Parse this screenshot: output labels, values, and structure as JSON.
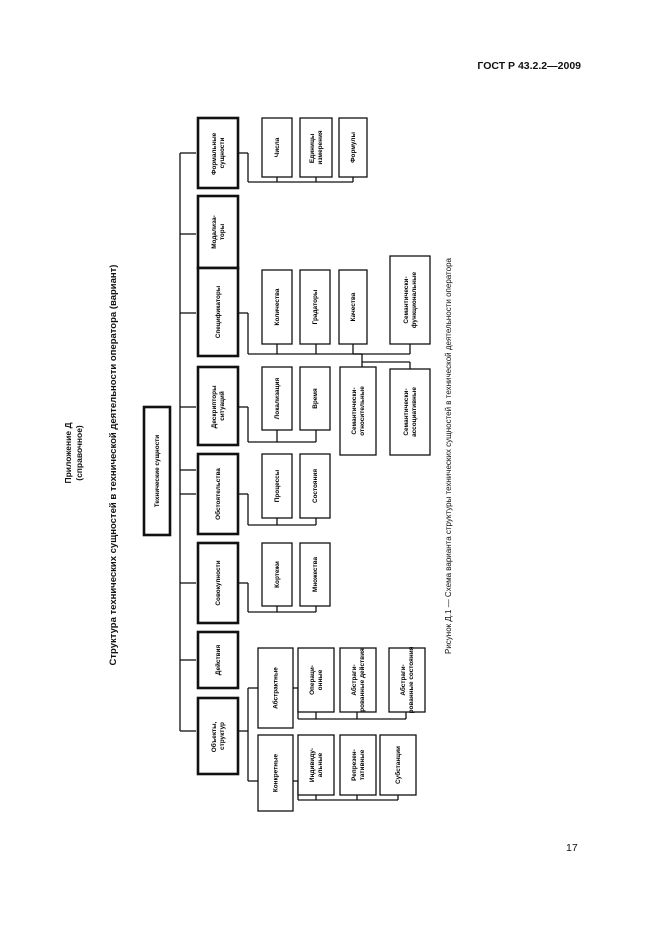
{
  "header": {
    "standard_code": "ГОСТ Р 43.2.2—2009"
  },
  "appendix": {
    "title": "Приложение Д",
    "subtitle": "(справочное)"
  },
  "section": {
    "title": "Структура технических сущностей в технической деятельности оператора (вариант)"
  },
  "diagram": {
    "root": "Технические сущности",
    "nodes": {
      "objects": "Объекты, структур",
      "actions": "Действия",
      "aggregates": "Совокупности",
      "circumstances": "Обстоятельства",
      "situation_descriptors": "Дескрипторы ситуаций",
      "specificators": "Спецификаторы",
      "modalizers": "Модализа-торы",
      "formal_entities": "Формальные сущности",
      "concrete": "Конкретные",
      "abstract": "Абстрактные",
      "individual": "Индивиду-альные",
      "representative": "Репрезен-тативные",
      "substances": "Субстанции",
      "operational": "Операци-онные",
      "abstracted_actions": "Абстраги-рованные действия",
      "abstracted_states": "Абстраги-рованные состояния",
      "tuples": "Кортежи",
      "sets": "Множества",
      "processes": "Процессы",
      "states": "Состояния",
      "localization": "Локализация",
      "time": "Время",
      "quantities": "Количества",
      "gradations": "Градаторы",
      "qualities": "Качества",
      "semantic_relative": "Семантически-относительные",
      "semantic_associative": "Семантически-ассоциативные",
      "semantic_functional": "Семантически-функциональные",
      "numbers": "Числа",
      "units": "Единицы измерения",
      "formulas": "Формулы"
    }
  },
  "caption": {
    "text": "Рисунок Д.1 — Схема варианта структуры технических сущностей в технической деятельности оператора"
  },
  "footer": {
    "page_number": "17"
  }
}
